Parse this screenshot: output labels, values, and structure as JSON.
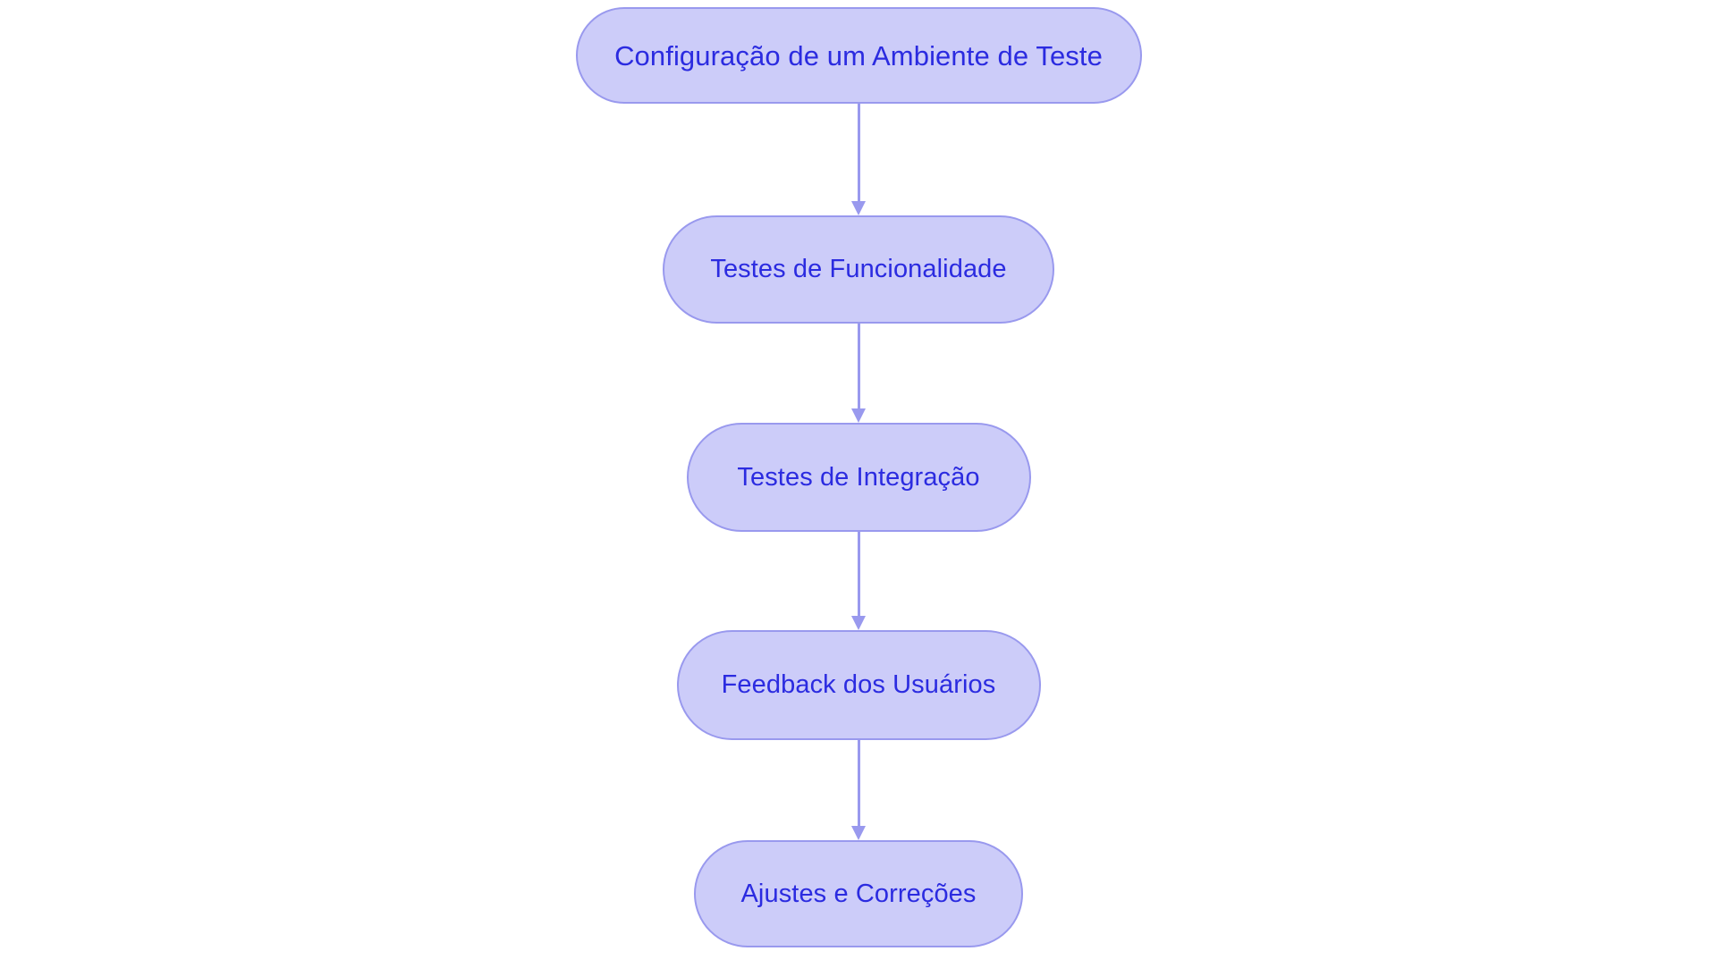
{
  "diagram": {
    "type": "flowchart",
    "orientation": "top-to-bottom",
    "background_color": "#ffffff",
    "node_fill_color": "#ccccf9",
    "node_border_color": "#9999ee",
    "node_text_color": "#2b2be0",
    "connector_color": "#9999ee",
    "node_shape": "rounded-pill",
    "nodes": [
      {
        "id": "n1",
        "label": "Configuração de um Ambiente de Teste"
      },
      {
        "id": "n2",
        "label": "Testes de Funcionalidade"
      },
      {
        "id": "n3",
        "label": "Testes de Integração"
      },
      {
        "id": "n4",
        "label": "Feedback dos Usuários"
      },
      {
        "id": "n5",
        "label": "Ajustes e Correções"
      }
    ],
    "edges": [
      {
        "from": "n1",
        "to": "n2",
        "label": "",
        "arrow": "down-arrow"
      },
      {
        "from": "n2",
        "to": "n3",
        "label": "",
        "arrow": "down-arrow"
      },
      {
        "from": "n3",
        "to": "n4",
        "label": "",
        "arrow": "down-arrow"
      },
      {
        "from": "n4",
        "to": "n5",
        "label": "",
        "arrow": "down-arrow"
      }
    ]
  }
}
